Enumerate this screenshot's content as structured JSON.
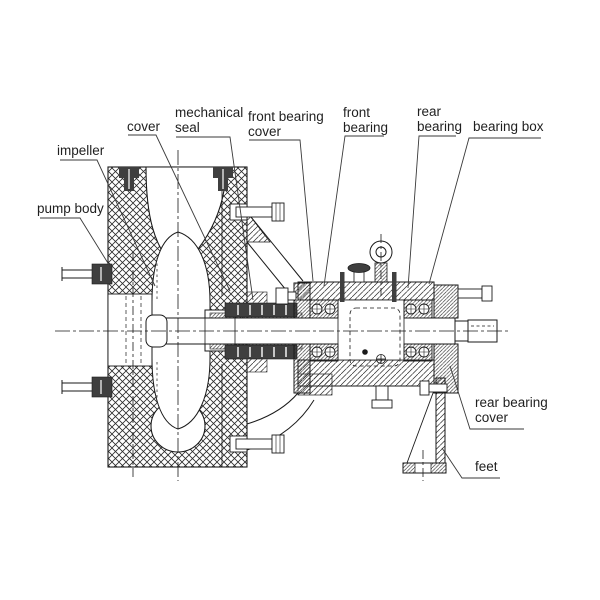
{
  "diagram": {
    "type": "technical-cross-section",
    "subject": "centrifugal pump sectional drawing",
    "colors": {
      "line": "#1a1a1a",
      "label_text": "#1f1f1f",
      "dark_fill": "#3f3f3f",
      "background": "#ffffff",
      "leader": "#3a3a3a"
    },
    "labels": {
      "impeller": {
        "text": "impeller"
      },
      "pump_body": {
        "text": "pump body"
      },
      "cover": {
        "text": "cover"
      },
      "mechanical_seal": {
        "line1": "mechanical",
        "line2": "seal"
      },
      "front_bearing_cover": {
        "line1": "front bearing",
        "line2": "cover"
      },
      "front_bearing": {
        "line1": "front",
        "line2": "bearing"
      },
      "rear_bearing": {
        "line1": "rear",
        "line2": "bearing"
      },
      "bearing_box": {
        "text": "bearing box"
      },
      "rear_bearing_cover": {
        "line1": "rear bearing",
        "line2": "cover"
      },
      "feet": {
        "text": "feet"
      }
    }
  }
}
